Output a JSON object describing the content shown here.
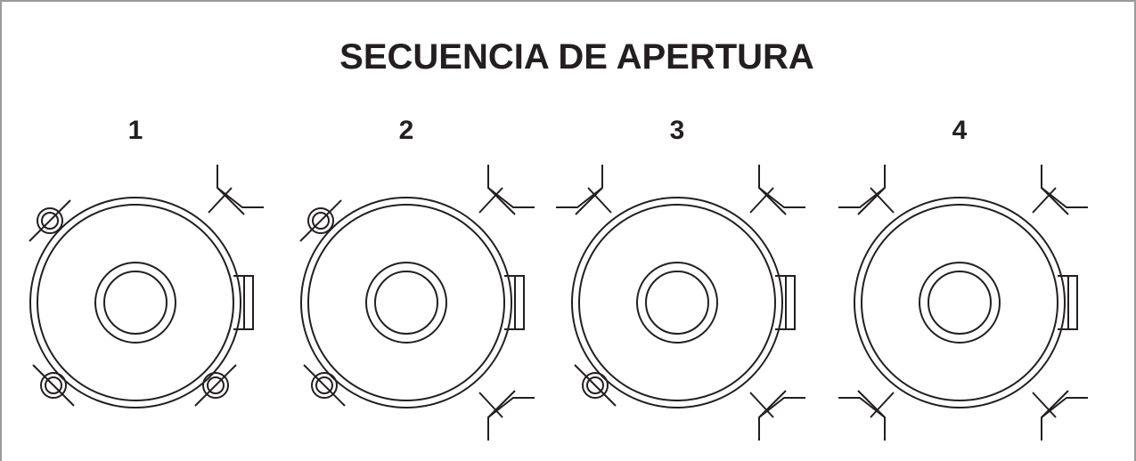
{
  "title": "SECUENCIA DE APERTURA",
  "steps": [
    {
      "label": "1",
      "fasteners": {
        "top_left": "screw",
        "top_right": "clamp",
        "bottom_left": "screw",
        "bottom_right": "screw"
      }
    },
    {
      "label": "2",
      "fasteners": {
        "top_left": "screw",
        "top_right": "clamp",
        "bottom_left": "screw",
        "bottom_right": "clamp"
      }
    },
    {
      "label": "3",
      "fasteners": {
        "top_left": "clamp",
        "top_right": "clamp",
        "bottom_left": "screw",
        "bottom_right": "clamp"
      }
    },
    {
      "label": "4",
      "fasteners": {
        "top_left": "clamp",
        "top_right": "clamp",
        "bottom_left": "clamp",
        "bottom_right": "clamp"
      }
    }
  ],
  "colors": {
    "line": "#231f20",
    "frame": "#9a9a9a",
    "background": "#ffffff"
  }
}
